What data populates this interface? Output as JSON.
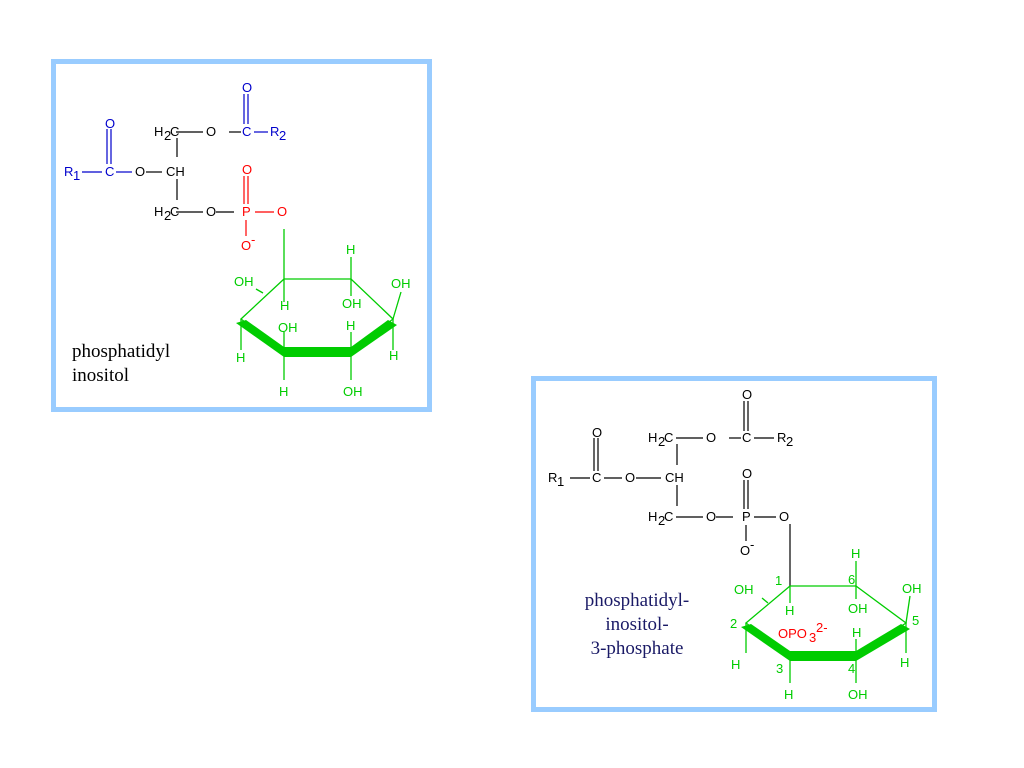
{
  "colors": {
    "border": "#99ccff",
    "black": "#000000",
    "blue": "#0000cc",
    "red": "#ff0000",
    "green": "#00cc00",
    "navy": "#1a1a66"
  },
  "panel1": {
    "caption": [
      "phosphatidyl",
      "inositol"
    ],
    "atoms": {
      "O_carbonyl2": "O",
      "H2C_top": "H",
      "H2C_top_sub": "2",
      "H2C_top_C": "C",
      "O_link2": "O",
      "C_ester2": "C",
      "R2": "R",
      "R2_sub": "2",
      "O_carbonyl1": "O",
      "R1": "R",
      "R1_sub": "1",
      "C_ester1": "C",
      "O_link1": "O",
      "CH": "CH",
      "O_phos_top": "O",
      "H2C_bot": "H",
      "H2C_bot_sub": "2",
      "H2C_bot_C": "C",
      "O_link3": "O",
      "P": "P",
      "O_phos_right": "O",
      "O_minus": "O",
      "O_minus_charge": "-",
      "ring_H_top": "H",
      "ring_OH_left": "OH",
      "ring_H_c1": "H",
      "ring_OH_c6": "OH",
      "ring_OH_right": "OH",
      "ring_OH_c2": "OH",
      "ring_H_c5": "H",
      "ring_H_left": "H",
      "ring_H_right": "H",
      "ring_H_bottom": "H",
      "ring_OH_bottom": "OH"
    }
  },
  "panel2": {
    "caption": [
      "phosphatidyl-",
      "inositol-",
      "3-phosphate"
    ],
    "atoms": {
      "O_carbonyl2": "O",
      "H2C_top": "H",
      "H2C_top_sub": "2",
      "H2C_top_C": "C",
      "O_link2": "O",
      "C_ester2": "C",
      "R2": "R",
      "R2_sub": "2",
      "O_carbonyl1": "O",
      "R1": "R",
      "R1_sub": "1",
      "C_ester1": "C",
      "O_link1": "O",
      "CH": "CH",
      "O_phos_top": "O",
      "H2C_bot": "H",
      "H2C_bot_sub": "2",
      "H2C_bot_C": "C",
      "O_link3": "O",
      "P": "P",
      "O_phos_right": "O",
      "O_minus": "O",
      "O_minus_charge": "-",
      "ring_H_top": "H",
      "ring_OH_left": "OH",
      "ring_H_c1": "H",
      "ring_OH_c6": "OH",
      "ring_OH_right": "OH",
      "opo3": "OPO",
      "opo3_sub": "3",
      "opo3_charge": "2-",
      "ring_H_c5": "H",
      "ring_H_left": "H",
      "ring_H_right": "H",
      "ring_H_bottom": "H",
      "ring_OH_bottom": "OH",
      "num1": "1",
      "num2": "2",
      "num3": "3",
      "num4": "4",
      "num5": "5",
      "num6": "6"
    }
  }
}
